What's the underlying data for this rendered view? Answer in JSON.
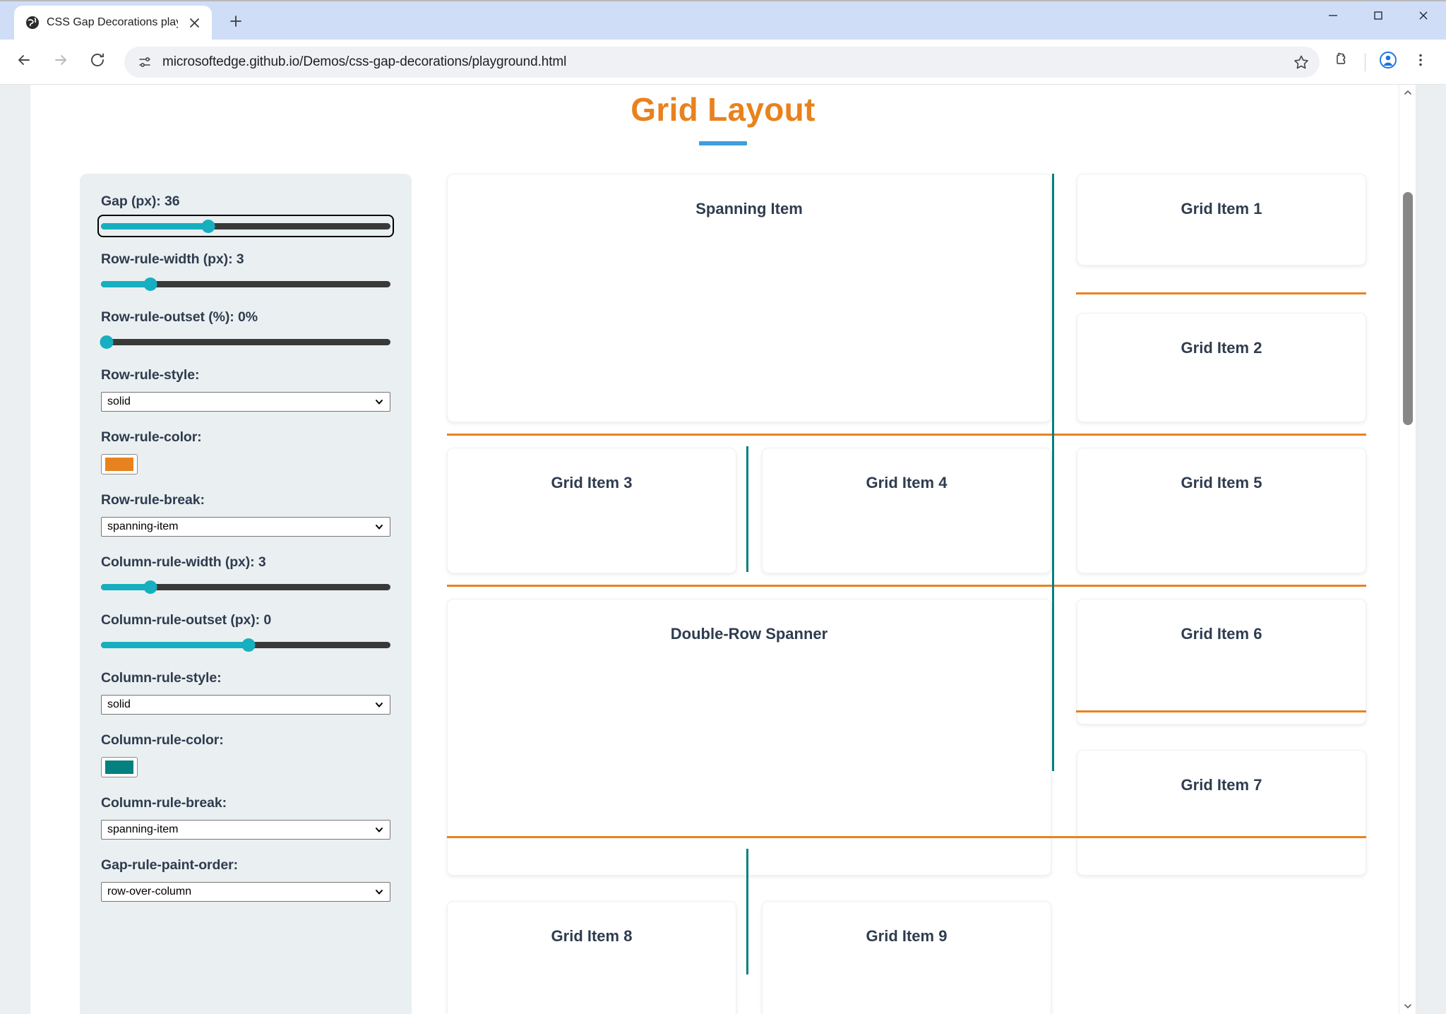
{
  "browser": {
    "tab": {
      "title": "CSS Gap Decorations playgroun",
      "favicon_icon": "globe-icon",
      "close_icon": "close-icon"
    },
    "new_tab_icon": "plus-icon",
    "window_controls": {
      "minimize_icon": "minimize-icon",
      "maximize_icon": "maximize-icon",
      "close_icon": "window-close-icon"
    },
    "nav": {
      "back_icon": "arrow-back-icon",
      "forward_icon": "arrow-forward-icon",
      "reload_icon": "reload-icon"
    },
    "omnibox": {
      "site_info_icon": "site-settings-icon",
      "url": "microsoftedge.github.io/Demos/css-gap-decorations/playground.html",
      "bookmark_icon": "star-icon"
    },
    "toolbar_right": {
      "extensions_icon": "extensions-puzzle-icon",
      "profile_icon": "profile-avatar-icon",
      "menu_icon": "three-dot-menu-icon"
    },
    "scrollbar": {
      "up_icon": "scroll-up-arrow-icon",
      "down_icon": "scroll-down-arrow-icon"
    }
  },
  "page": {
    "title": "Grid Layout",
    "controls": [
      {
        "id": "gap",
        "label": "Gap (px): 36",
        "type": "slider",
        "value": 36,
        "fill_percent": 37,
        "focused": true
      },
      {
        "id": "row-rule-width",
        "label": "Row-rule-width (px): 3",
        "type": "slider",
        "value": 3,
        "fill_percent": 17,
        "focused": false
      },
      {
        "id": "row-rule-outset",
        "label": "Row-rule-outset (%): 0%",
        "type": "slider",
        "value": 0,
        "fill_percent": 1,
        "focused": false
      },
      {
        "id": "row-rule-style",
        "label": "Row-rule-style:",
        "type": "select",
        "value": "solid"
      },
      {
        "id": "row-rule-color",
        "label": "Row-rule-color:",
        "type": "color",
        "value": "#e8821e"
      },
      {
        "id": "row-rule-break",
        "label": "Row-rule-break:",
        "type": "select",
        "value": "spanning-item"
      },
      {
        "id": "column-rule-width",
        "label": "Column-rule-width (px): 3",
        "type": "slider",
        "value": 3,
        "fill_percent": 17,
        "focused": false
      },
      {
        "id": "column-rule-outset",
        "label": "Column-rule-outset (px): 0",
        "type": "slider",
        "value": 0,
        "fill_percent": 51,
        "focused": false
      },
      {
        "id": "column-rule-style",
        "label": "Column-rule-style:",
        "type": "select",
        "value": "solid"
      },
      {
        "id": "column-rule-color",
        "label": "Column-rule-color:",
        "type": "color",
        "value": "#04807e"
      },
      {
        "id": "column-rule-break",
        "label": "Column-rule-break:",
        "type": "select",
        "value": "spanning-item"
      },
      {
        "id": "gap-rule-paint-order",
        "label": "Gap-rule-paint-order:",
        "type": "select",
        "value": "row-over-column"
      }
    ],
    "grid_items": {
      "spanning": "Spanning Item",
      "item1": "Grid Item 1",
      "item2": "Grid Item 2",
      "item3": "Grid Item 3",
      "item4": "Grid Item 4",
      "item5": "Grid Item 5",
      "double_spanner": "Double-Row Spanner",
      "item6": "Grid Item 6",
      "item7": "Grid Item 7",
      "item8": "Grid Item 8",
      "item9": "Grid Item 9"
    },
    "colors": {
      "title": "#e8821e",
      "title_underline": "#3f9ede",
      "row_rule": "#e8821e",
      "column_rule": "#04807e",
      "slider_accent": "#15afc0",
      "panel_bg": "#eaeff1",
      "item_text": "#2f3c4f"
    }
  }
}
